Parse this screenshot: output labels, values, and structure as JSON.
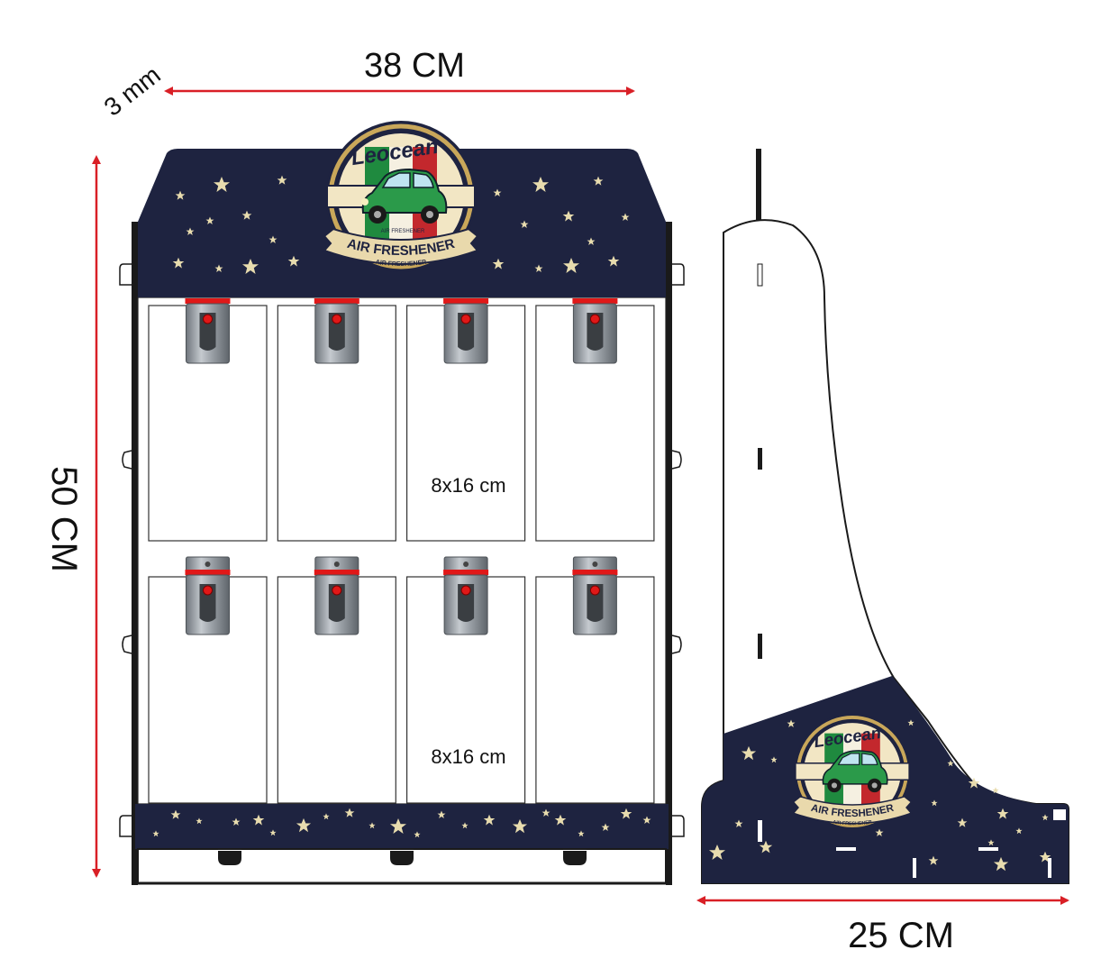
{
  "dimensions": {
    "width_label": "38 CM",
    "height_label": "50 CM",
    "depth_label": "25 CM",
    "thickness_label": "3 mm"
  },
  "slots": {
    "upper_label": "8x16 cm",
    "lower_label": "8x16 cm",
    "columns": 4,
    "rows": 2
  },
  "logo": {
    "brand": "Leocean",
    "product": "AIR FRESHENER",
    "subtext": "AIR FRESHENER",
    "tiny_text": "AIR FRESHENER"
  },
  "colors": {
    "navy": "#1e2340",
    "dimension_red": "#d91f26",
    "hook_metal": "#9aa0a6",
    "hook_red": "#e01818",
    "star_gold": "#e8dcae",
    "flag_green": "#1f8a3f",
    "flag_red": "#c3282d",
    "logo_gold": "#c9a75a"
  },
  "icons": {
    "star": "star-icon",
    "hook": "hook-icon",
    "car": "car-icon"
  }
}
